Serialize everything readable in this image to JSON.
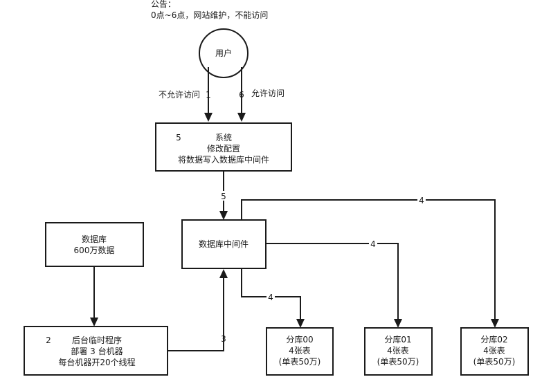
{
  "notice": {
    "title": "公告：",
    "text": "0点~6点，网站维护，不能访问"
  },
  "nodes": {
    "user": {
      "label": "用户"
    },
    "system": {
      "step": "5",
      "line1": "系统",
      "line2": "修改配置",
      "line3": "将数据写入数据库中间件"
    },
    "middleware": {
      "label": "数据库中间件"
    },
    "database": {
      "line1": "数据库",
      "line2": "600万数据"
    },
    "backend": {
      "step": "2",
      "line1": "后台临时程序",
      "line2": "部署 3 台机器",
      "line3": "每台机器开20个线程"
    },
    "shard00": {
      "line1": "分库00",
      "line2": "4张表",
      "line3": "(单表50万)"
    },
    "shard01": {
      "line1": "分库01",
      "line2": "4张表",
      "line3": "(单表50万)"
    },
    "shard02": {
      "line1": "分库02",
      "line2": "4张表",
      "line3": "(单表50万)"
    }
  },
  "edges": {
    "user_to_system_deny": {
      "label": "不允许访问",
      "step": "1"
    },
    "user_to_system_allow": {
      "label": "允许访问",
      "step": "6"
    },
    "system_to_middleware": {
      "step": "5"
    },
    "backend_to_middleware": {
      "step": "3"
    },
    "middleware_to_shard00": {
      "step": "4"
    },
    "middleware_to_shard01": {
      "step": "4"
    },
    "middleware_to_shard02": {
      "step": "4"
    }
  }
}
